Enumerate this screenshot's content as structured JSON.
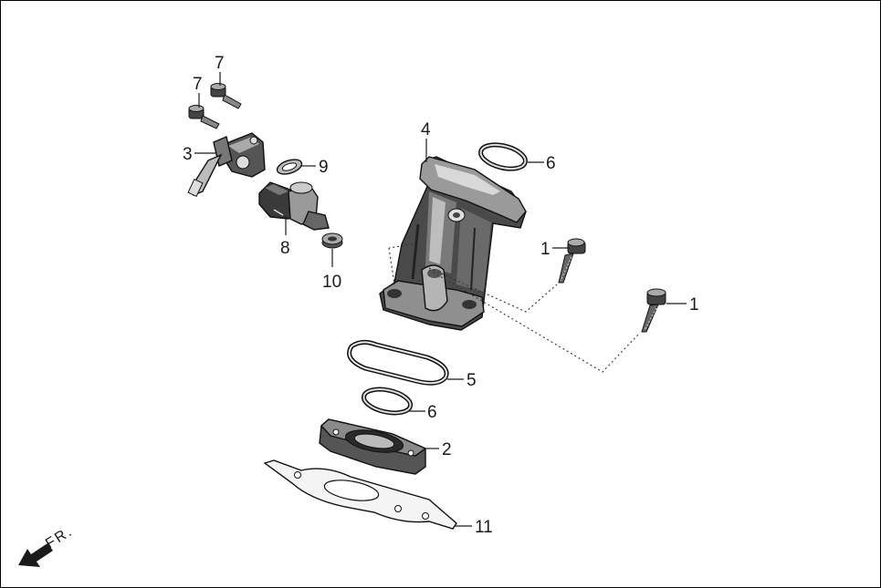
{
  "diagram": {
    "callouts": {
      "c1a": "1",
      "c1b": "1",
      "c2": "2",
      "c3": "3",
      "c4": "4",
      "c5": "5",
      "c6a": "6",
      "c6b": "6",
      "c7a": "7",
      "c7b": "7",
      "c8": "8",
      "c9": "9",
      "c10": "10",
      "c11": "11"
    },
    "orientation_label": "FR."
  }
}
